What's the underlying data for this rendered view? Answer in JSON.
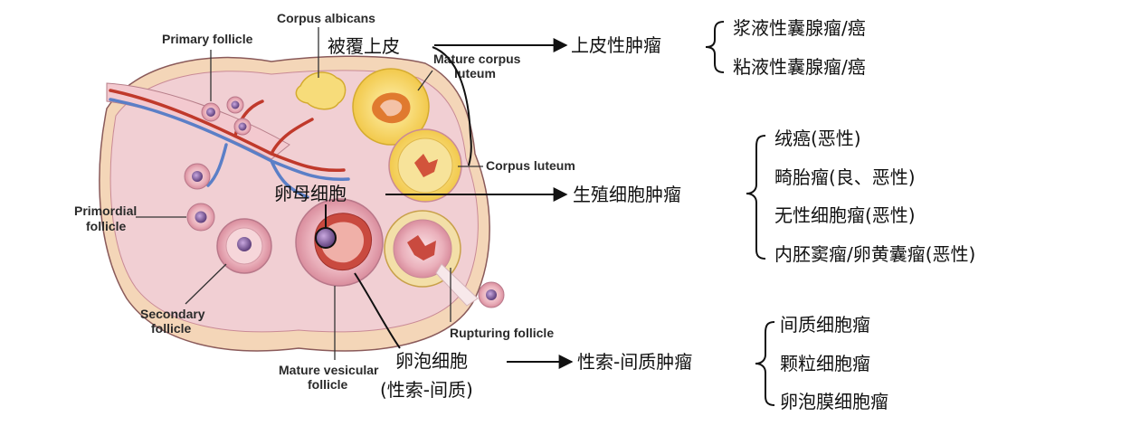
{
  "anatomy_labels": {
    "primary_follicle": "Primary follicle",
    "corpus_albicans": "Corpus albicans",
    "mature_corpus_luteum_1": "Mature corpus",
    "mature_corpus_luteum_2": "luteum",
    "corpus_luteum": "Corpus luteum",
    "primordial_follicle_1": "Primordial",
    "primordial_follicle_2": "follicle",
    "secondary_follicle_1": "Secondary",
    "secondary_follicle_2": "follicle",
    "rupturing_follicle": "Rupturing follicle",
    "mature_vesicular_follicle_1": "Mature vesicular",
    "mature_vesicular_follicle_2": "follicle"
  },
  "origins": {
    "epithelium": "被覆上皮",
    "oocyte": "卵母细胞",
    "follicular_cell": "卵泡细胞",
    "follicular_cell_note": "(性索-间质)"
  },
  "categories": {
    "epithelial": "上皮性肿瘤",
    "germ_cell": "生殖细胞肿瘤",
    "sex_cord": "性索-间质肿瘤"
  },
  "subtypes": {
    "epithelial": [
      "浆液性囊腺瘤/癌",
      "粘液性囊腺瘤/癌"
    ],
    "germ_cell": [
      "绒癌(恶性)",
      "畸胎瘤(良、恶性)",
      "无性细胞瘤(恶性)",
      "内胚窦瘤/卵黄囊瘤(恶性)"
    ],
    "sex_cord": [
      "间质细胞瘤",
      "颗粒细胞瘤",
      "卵泡膜细胞瘤"
    ]
  },
  "colors": {
    "ovary_fill": "#f1cfd3",
    "cortex_edge": "#f6dcc0",
    "follicle_ring": "#e7a7b4",
    "oocyte": "#7d5a96",
    "corpus_yellow": "#f5d45a",
    "artery": "#c0392b",
    "vein": "#5b7fc7"
  }
}
